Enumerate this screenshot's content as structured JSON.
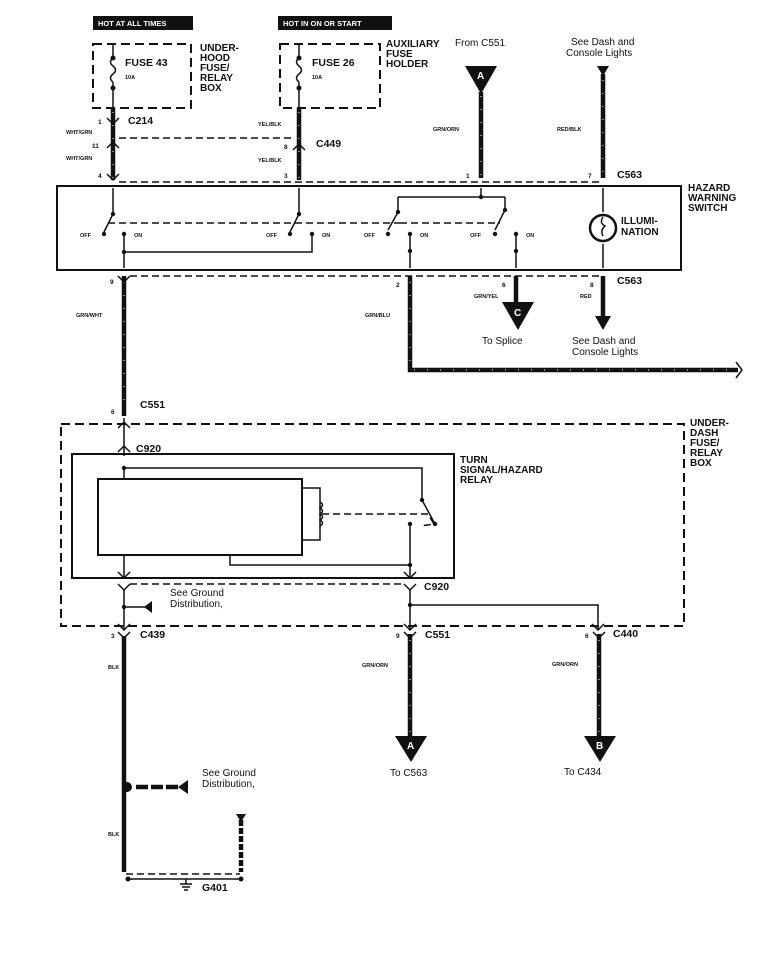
{
  "diagram": {
    "title": "Hazard Warning Switch / Turn Signal Hazard Relay Circuit",
    "power_sources": [
      {
        "header": "HOT AT ALL TIMES",
        "fuse": "FUSE 43",
        "rating": "10A",
        "box_label": [
          "UNDER-",
          "HOOD",
          "FUSE/",
          "RELAY",
          "BOX"
        ]
      },
      {
        "header": "HOT IN ON OR START",
        "fuse": "FUSE 26",
        "rating": "10A",
        "box_label": [
          "AUXILIARY",
          "FUSE",
          "HOLDER"
        ]
      }
    ],
    "top_refs": {
      "from_c551": "From C551",
      "see_dash_1": "See Dash and",
      "see_dash_2": "Console Lights",
      "marker_a": "A"
    },
    "connectors": {
      "c214": "C214",
      "c449": "C449",
      "c563_top": "C563",
      "c563_bottom": "C563",
      "c551_mid": "C551",
      "c920_top": "C920",
      "c920_bottom": "C920",
      "c439": "C439",
      "c551_bottom": "C551",
      "c440": "C440",
      "g401": "G401"
    },
    "pins": {
      "p1_c214": "1",
      "p11": "11",
      "p4": "4",
      "p8_c449": "8",
      "p3": "3",
      "p1_c563": "1",
      "p7_c563": "7",
      "p9_sw": "9",
      "p2_sw": "2",
      "p6_sw": "6",
      "p8_sw": "8",
      "p6_c551": "6",
      "p3_c439": "3",
      "p9_c551": "9",
      "p6_c440": "6"
    },
    "wires": {
      "wht_grn_1": "WHT/GRN",
      "wht_grn_2": "WHT/GRN",
      "yel_blk_1": "YEL/BLK",
      "yel_blk_2": "YEL/BLK",
      "grn_orn_top": "GRN/ORN",
      "red_blk": "RED/BLK",
      "grn_wht": "GRN/WHT",
      "grn_blu": "GRN/BLU",
      "grn_yel": "GRN/YEL",
      "red": "RED",
      "blk_1": "BLK",
      "blk_2": "BLK",
      "grn_orn_a": "GRN/ORN",
      "grn_orn_b": "GRN/ORN"
    },
    "switch": {
      "label": [
        "HAZARD",
        "WARNING",
        "SWITCH"
      ],
      "illumination": [
        "ILLUMI-",
        "NATION"
      ],
      "off": "OFF",
      "on": "ON"
    },
    "mid_refs": {
      "to_splice": "To Splice",
      "marker_c": "C",
      "see_dash_1": "See Dash and",
      "see_dash_2": "Console Lights"
    },
    "relay": {
      "label": [
        "TURN",
        "SIGNAL/HAZARD",
        "RELAY"
      ],
      "box_label": [
        "UNDER-",
        "DASH",
        "FUSE/",
        "RELAY",
        "BOX"
      ]
    },
    "ground": {
      "see_ground_1": "See Ground",
      "see_ground_2": "Distribution,"
    },
    "bottom_refs": {
      "marker_a": "A",
      "to_c563": "To C563",
      "marker_b": "B",
      "to_c434": "To C434"
    }
  }
}
